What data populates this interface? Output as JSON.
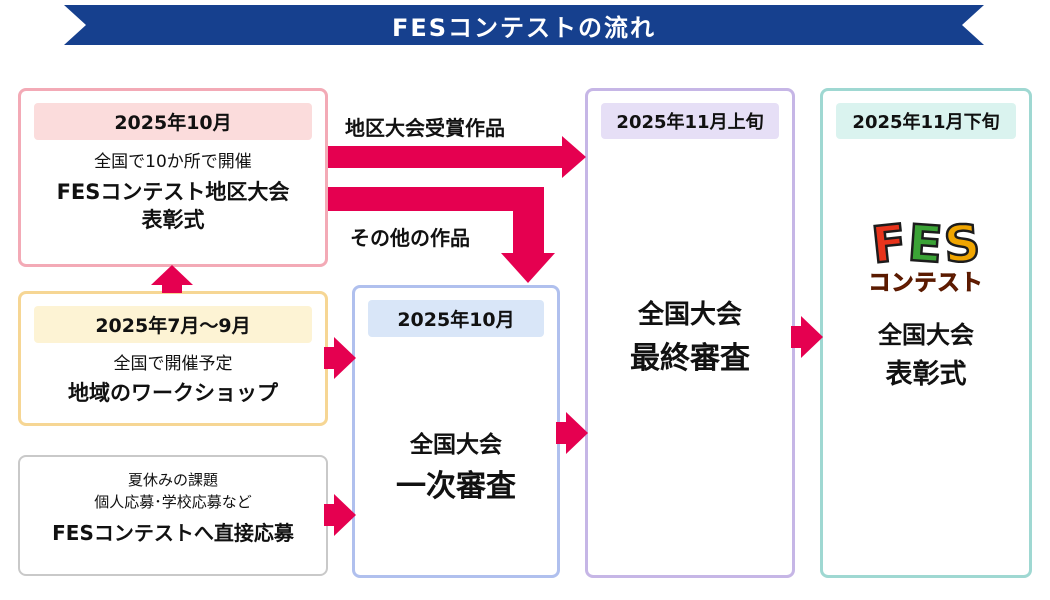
{
  "banner": {
    "title": "FESコンテストの流れ"
  },
  "boxes": {
    "district": {
      "date": "2025年10月",
      "line1": "全国で10か所で開催",
      "line2": "FESコンテスト地区大会",
      "line3": "表彰式"
    },
    "workshop": {
      "date": "2025年7月〜9月",
      "line1": "全国で開催予定",
      "line2": "地域のワークショップ"
    },
    "direct": {
      "line1": "夏休みの課題",
      "line2": "個人応募･学校応募など",
      "line3": "FESコンテストへ直接応募"
    },
    "first_round": {
      "date": "2025年10月",
      "line1": "全国大会",
      "line2": "一次審査"
    },
    "final_round": {
      "date": "2025年11月上旬",
      "line1": "全国大会",
      "line2": "最終審査"
    },
    "award": {
      "date": "2025年11月下旬",
      "line1": "全国大会",
      "line2": "表彰式"
    }
  },
  "logo": {
    "f": "F",
    "e": "E",
    "s": "S",
    "kana": "コンテスト"
  },
  "labels": {
    "awarded_works": "地区大会受賞作品",
    "other_works": "その他の作品"
  },
  "colors": {
    "banner": "#16408e",
    "arrow": "#e50050",
    "district_border": "#f3aab6",
    "workshop_border": "#f6d694",
    "first_round_border": "#b0c0ee",
    "final_round_border": "#c6b6e6",
    "award_border": "#9fd8d2"
  }
}
